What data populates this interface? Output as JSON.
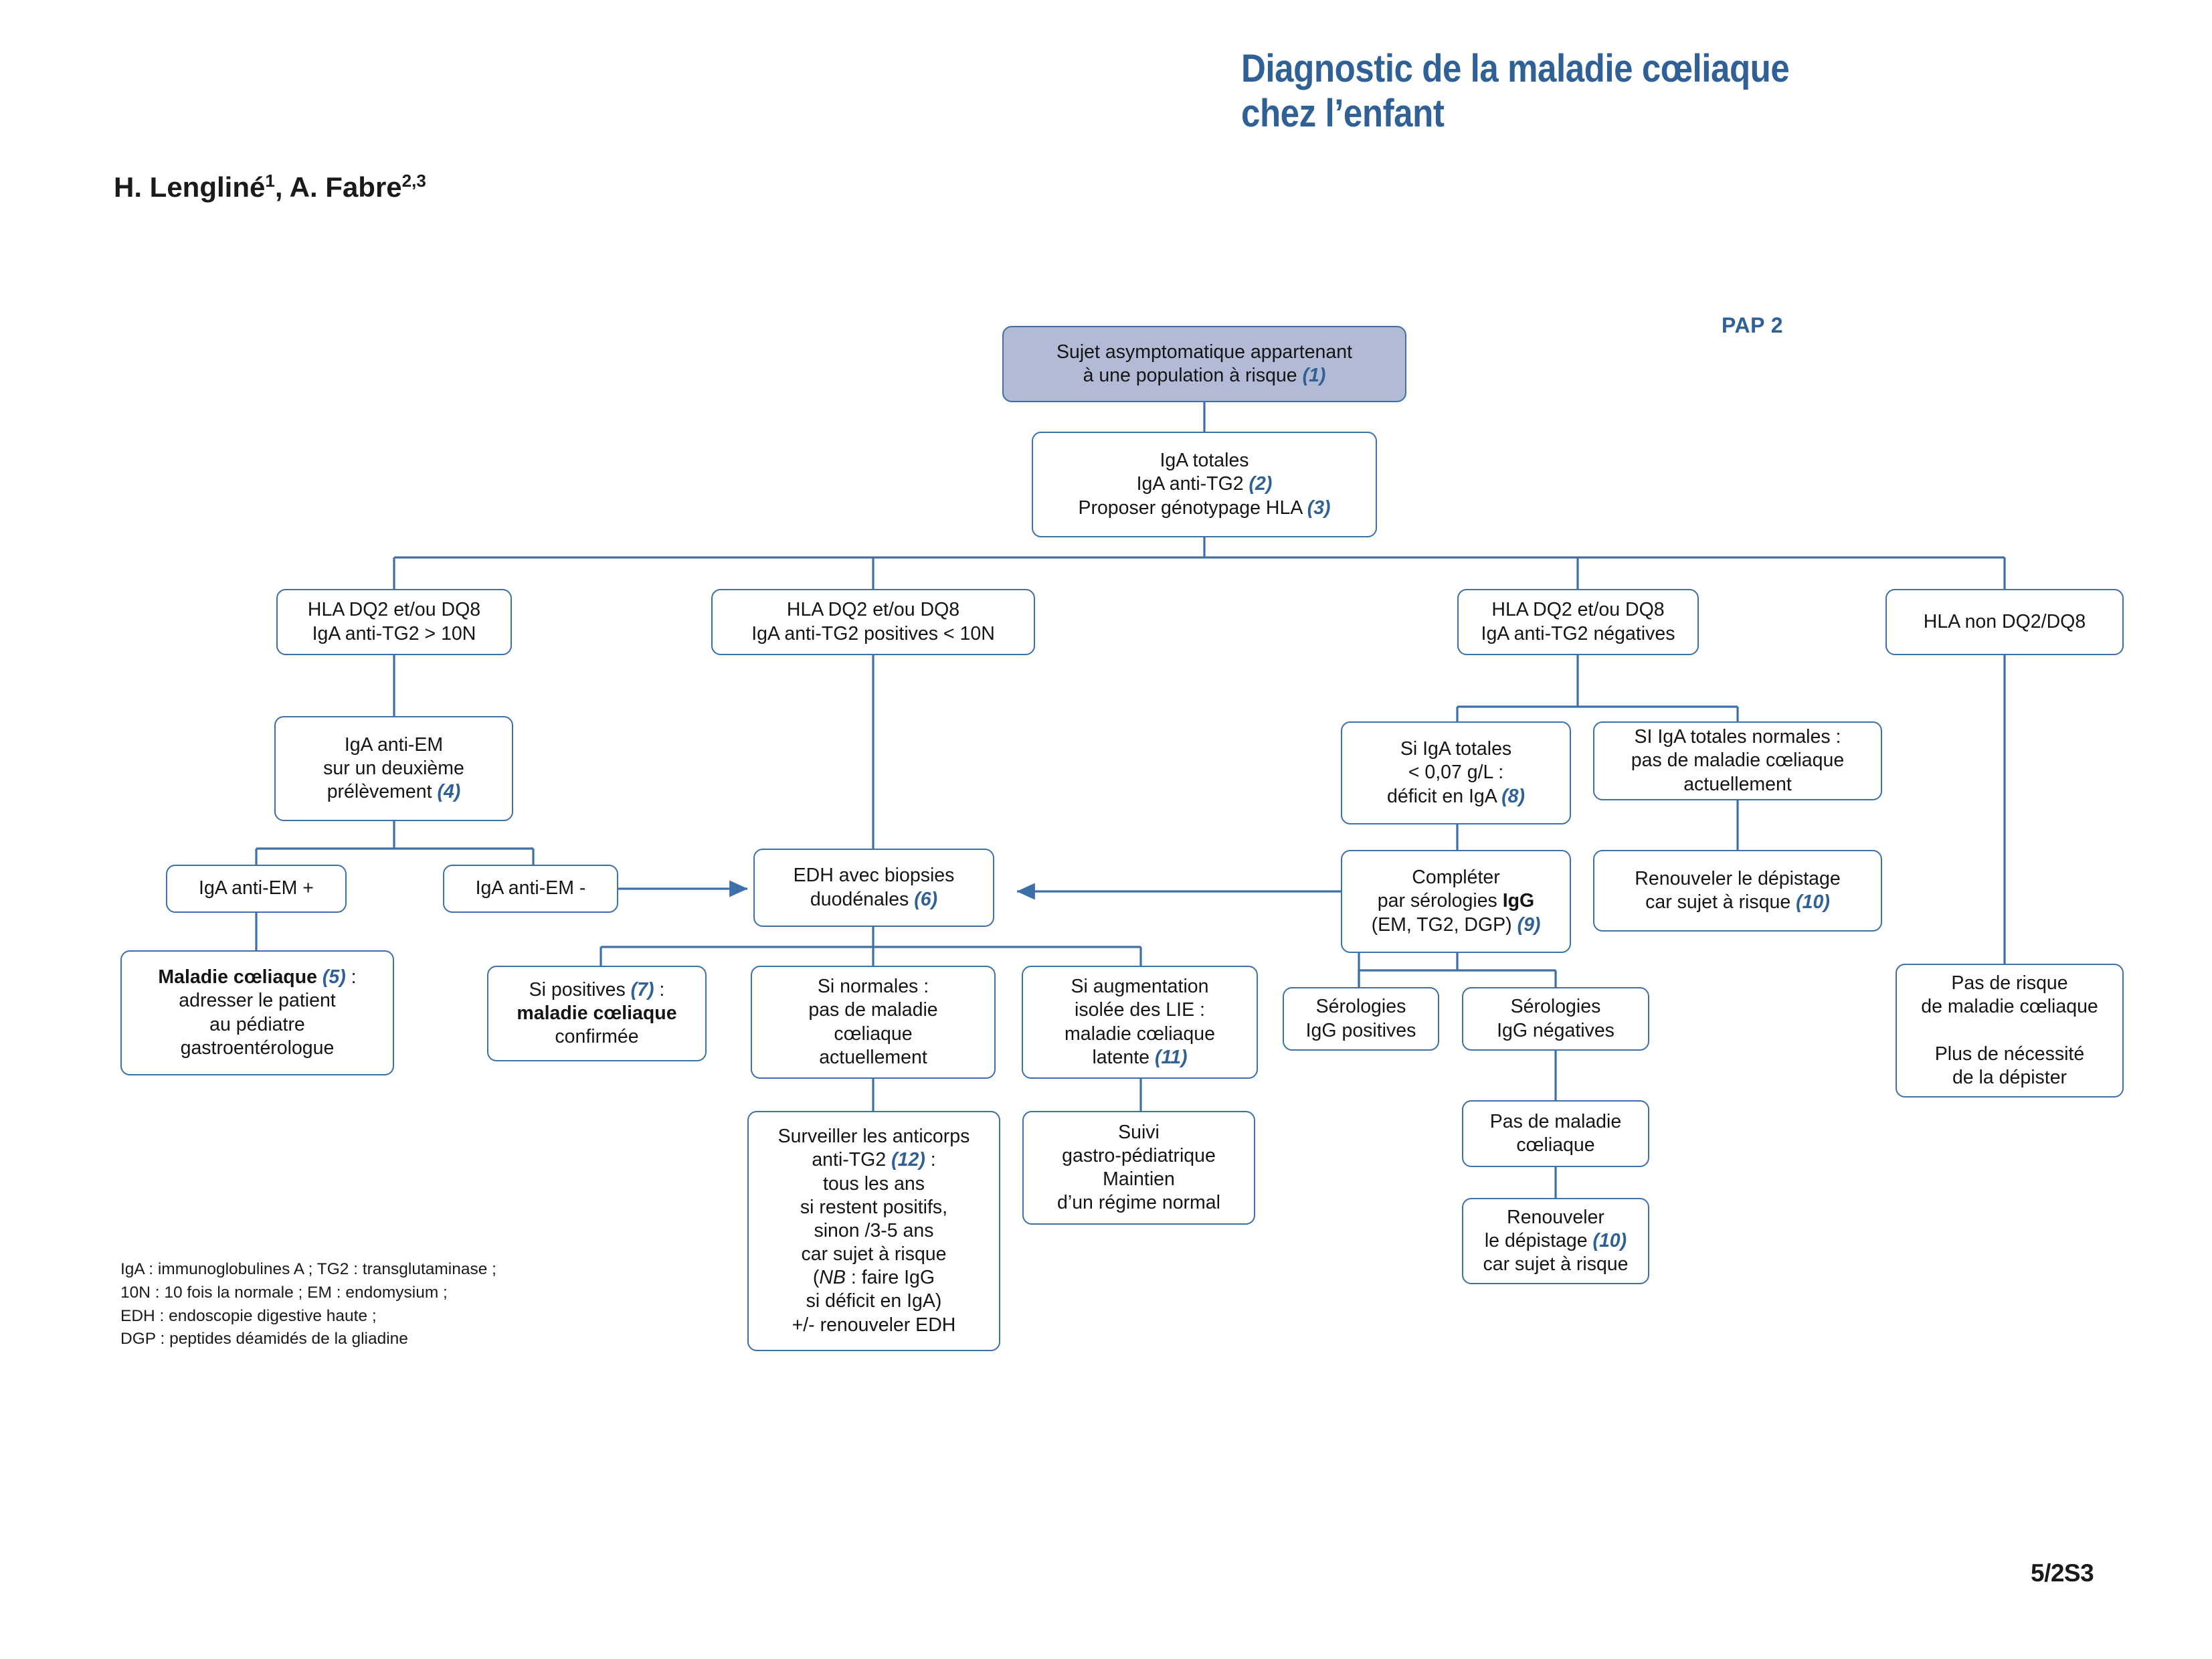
{
  "header": {
    "title_line1": "Diagnostic de la maladie cœliaque",
    "title_line2": "chez l’enfant",
    "authors_prefix": "H. Lengliné",
    "authors_sup1": "1",
    "authors_mid": ", A. Fabre",
    "authors_sup2": "2,3",
    "pap_label": "PAP 2",
    "page_number": "5/2S3",
    "title_color": "#2f6096",
    "accent_color": "#2f6096",
    "border_color": "#3d6fa8",
    "root_fill": "#b2bad6"
  },
  "legend": {
    "text": "IgA : immunoglobulines A ; TG2 : transglutaminase ;\n10N : 10 fois la normale ; EM : endomysium ;\nEDH : endoscopie digestive haute ;\nDGP : peptides déamidés de la gliadine"
  },
  "nodes": {
    "root": {
      "line1": "Sujet asymptomatique appartenant",
      "line2": "à une population à risque ",
      "ref": "(1)"
    },
    "tests": {
      "line1": "IgA totales",
      "line2": "IgA anti-TG2 ",
      "ref2": "(2)",
      "line3": "Proposer génotypage HLA ",
      "ref3": "(3)"
    },
    "branch_a": {
      "line1": "HLA DQ2 et/ou DQ8",
      "line2": "IgA anti-TG2 > 10N"
    },
    "branch_b": {
      "line1": "HLA DQ2 et/ou DQ8",
      "line2": "IgA anti-TG2 positives < 10N"
    },
    "branch_c": {
      "line1": "HLA DQ2 et/ou DQ8",
      "line2": "IgA anti-TG2 négatives"
    },
    "branch_d": {
      "line1": "HLA non DQ2/DQ8"
    },
    "anti_em_second": {
      "line1": "IgA anti-EM",
      "line2": "sur un deuxième",
      "line3": "prélèvement ",
      "ref": "(4)"
    },
    "anti_em_pos": {
      "line1": "IgA anti-EM +"
    },
    "anti_em_neg": {
      "line1": "IgA anti-EM -"
    },
    "edh": {
      "line1": "EDH avec biopsies",
      "line2": "duodénales ",
      "ref": "(6)"
    },
    "maladie_confirmee_left": {
      "bold": "Maladie cœliaque ",
      "ref": "(5)",
      "after_ref": " :",
      "line2": "adresser le patient",
      "line3": "au pédiatre",
      "line4": "gastroentérologue"
    },
    "si_positives": {
      "line1": "Si positives ",
      "ref": "(7)",
      "after_ref": " :",
      "bold2": "maladie cœliaque",
      "line3": "confirmée"
    },
    "si_normales": {
      "line1": "Si normales :",
      "line2": "pas de maladie",
      "line3": "cœliaque",
      "line4": "actuellement"
    },
    "si_augmentation": {
      "line1": "Si augmentation",
      "line2": "isolée des LIE :",
      "line3": "maladie cœliaque",
      "line4": "latente ",
      "ref": "(11)"
    },
    "surveiller": {
      "line1": "Surveiller les anticorps",
      "line2": "anti-TG2 ",
      "ref": "(12)",
      "after_ref": " :",
      "line3": "tous les ans",
      "line4": "si restent positifs,",
      "line5": "sinon /3-5 ans",
      "line6": "car sujet à risque",
      "line7_a": "(",
      "line7_i": "NB",
      "line7_b": " : faire IgG",
      "line8": "si déficit en IgA)",
      "line9": "+/- renouveler EDH"
    },
    "suivi": {
      "line1": "Suivi",
      "line2": "gastro-pédiatrique",
      "line3": "Maintien",
      "line4": "d’un régime normal"
    },
    "si_iga_basse": {
      "line1": "Si IgA totales",
      "line2": "< 0,07 g/L :",
      "line3": "déficit en IgA ",
      "ref": "(8)"
    },
    "si_iga_normales": {
      "line1": "SI IgA totales normales :",
      "line2": "pas de maladie cœliaque",
      "line3": "actuellement"
    },
    "completer": {
      "line1": "Compléter",
      "line2_a": "par sérologies ",
      "line2_b": "IgG",
      "line3": "(EM, TG2, DGP) ",
      "ref": "(9)"
    },
    "renouveler_risque": {
      "line1": "Renouveler le dépistage",
      "line2": "car sujet à risque ",
      "ref": "(10)"
    },
    "sero_igg_pos": {
      "line1": "Sérologies",
      "line2": "IgG positives"
    },
    "sero_igg_neg": {
      "line1": "Sérologies",
      "line2": "IgG négatives"
    },
    "pas_maladie": {
      "line1": "Pas de maladie",
      "line2": "cœliaque"
    },
    "renouveler_dep": {
      "line1": "Renouveler",
      "line2": "le dépistage ",
      "ref": "(10)",
      "line3": "car sujet à risque"
    },
    "pas_de_risque": {
      "line1": "Pas de risque",
      "line2": "de maladie cœliaque",
      "line3": "Plus de nécessité",
      "line4": "de la dépister"
    }
  }
}
